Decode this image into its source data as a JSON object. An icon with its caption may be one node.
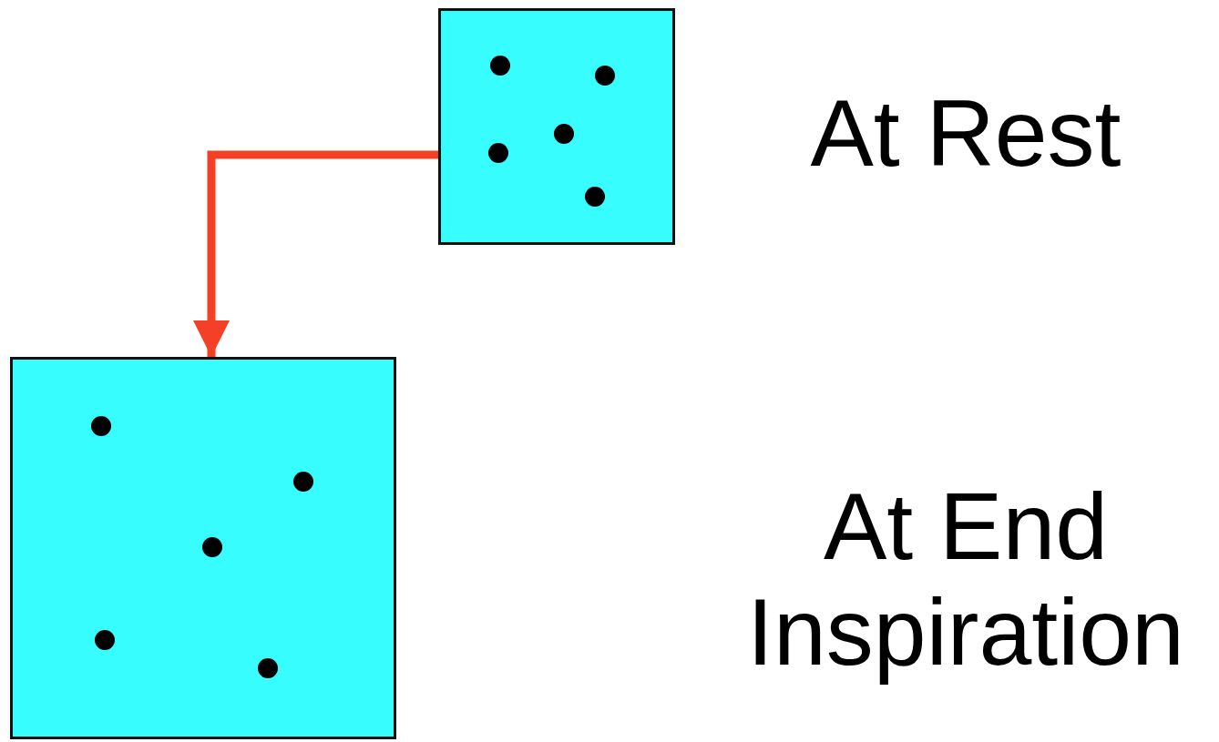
{
  "diagram": {
    "nodes": [
      {
        "text": [],
        "shape": "box",
        "beside": [
          "At Rest"
        ]
      },
      {
        "text": [],
        "shape": "box",
        "beside": [
          "At End Inspiration"
        ]
      }
    ],
    "edges": [
      {
        "from": 0,
        "to": 1,
        "arrow": "to",
        "color": "#f44027"
      }
    ]
  }
}
